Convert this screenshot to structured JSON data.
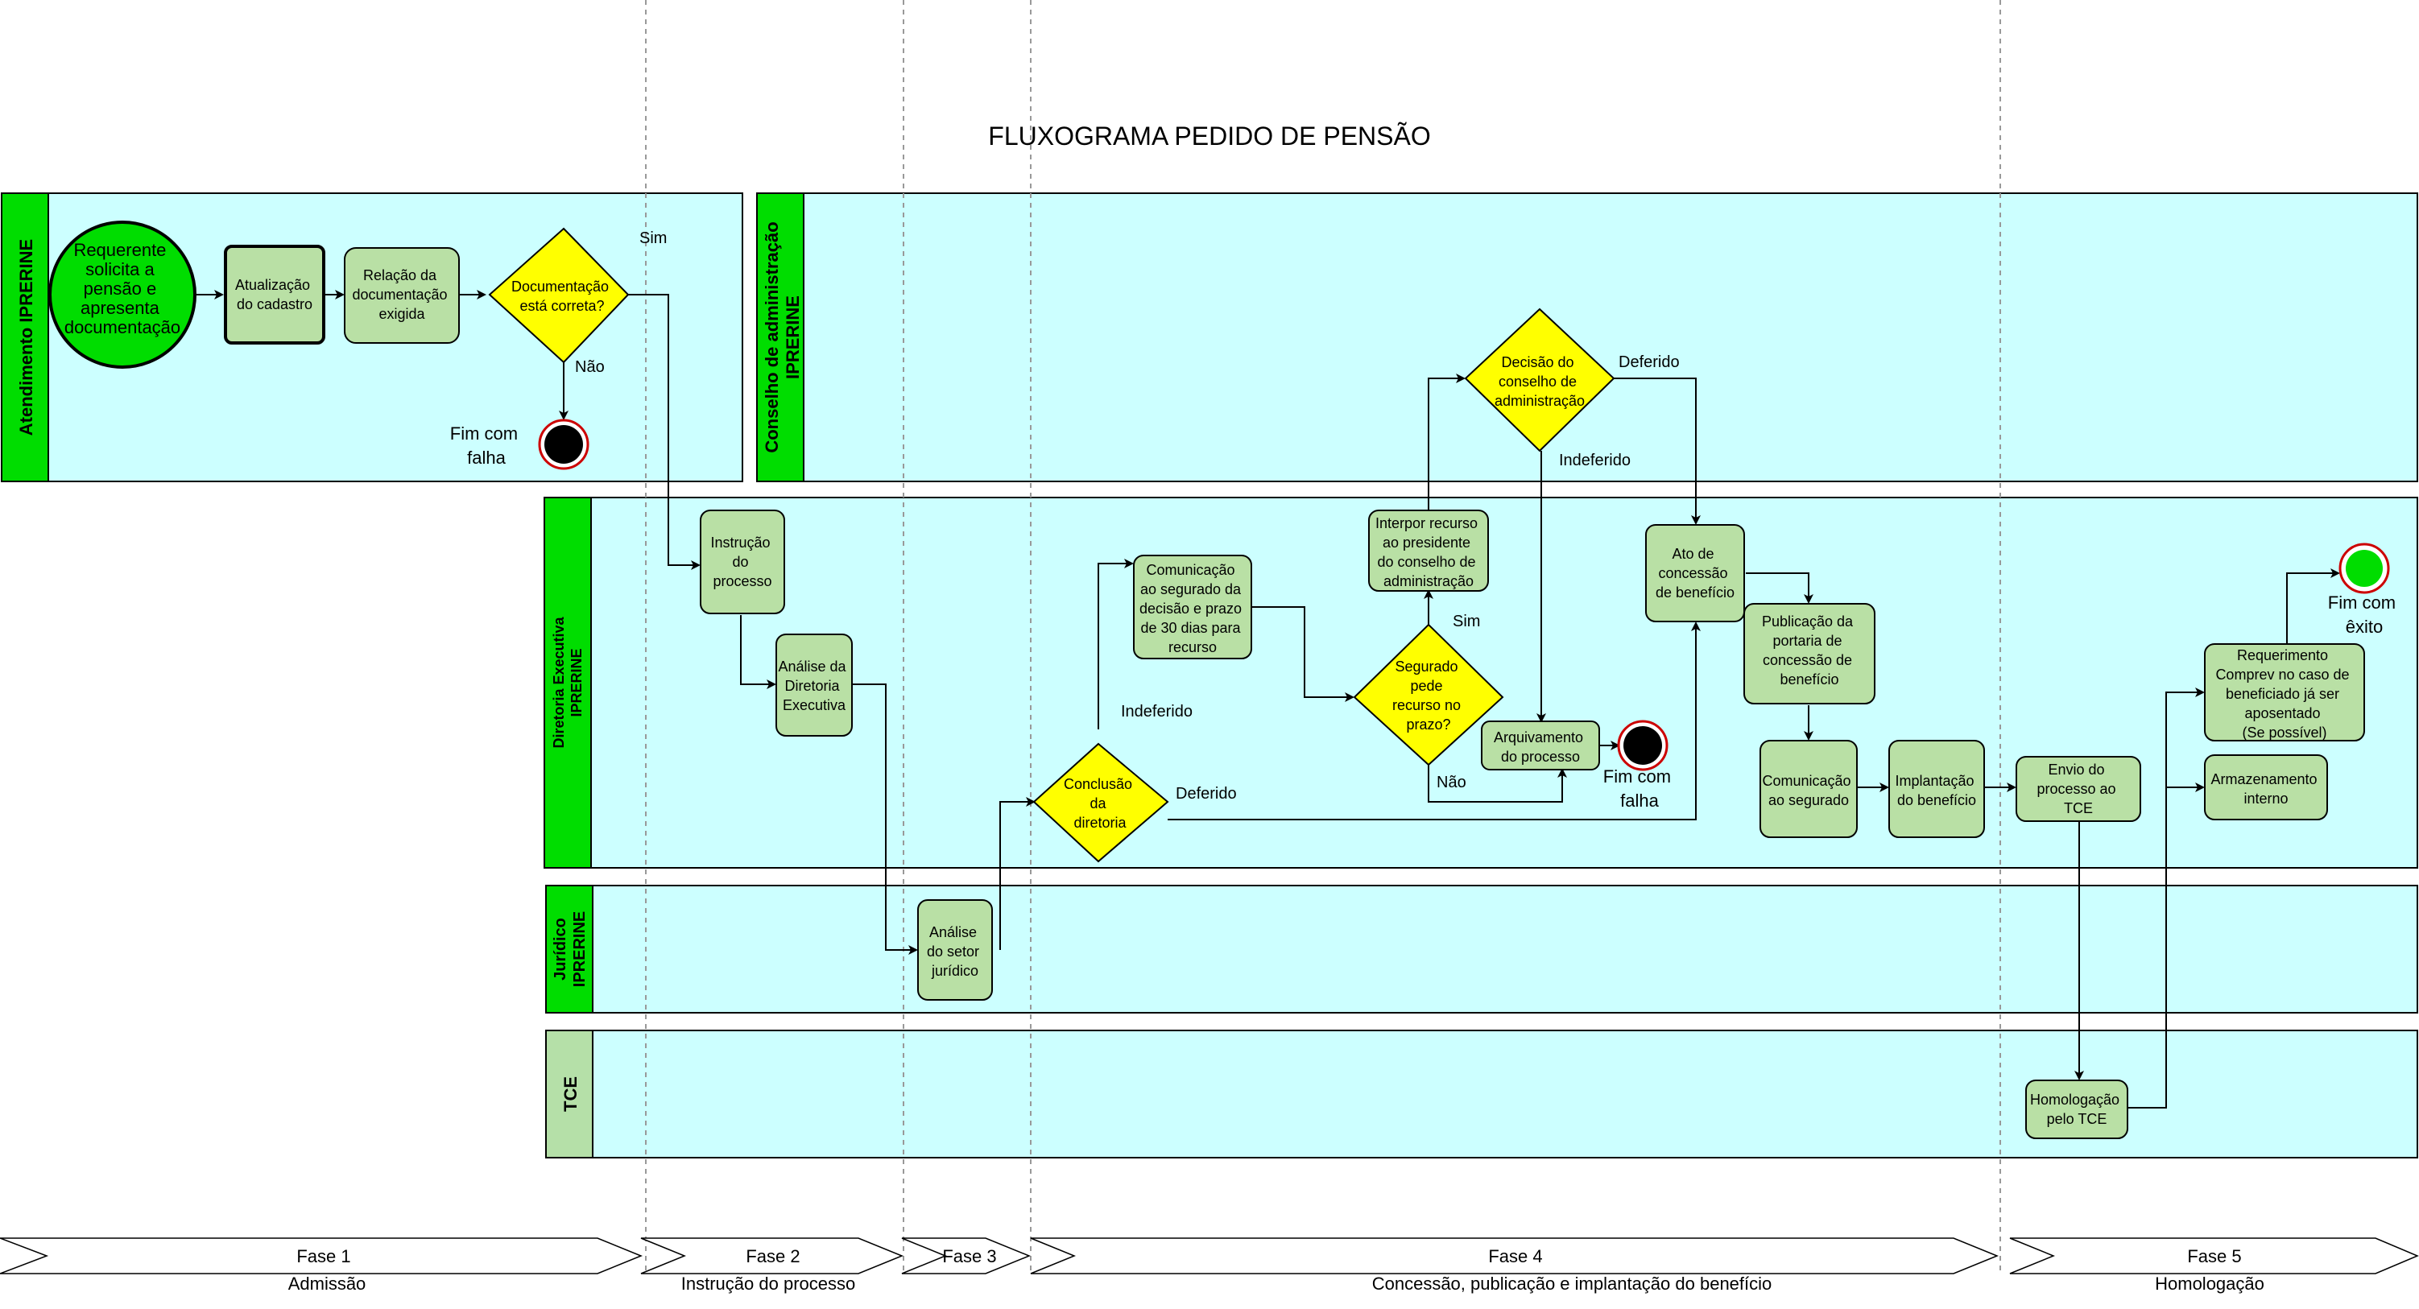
{
  "title": "FLUXOGRAMA PEDIDO DE PENSÃO",
  "colors": {
    "lane_fill": "#ccffff",
    "lane_header_bright": "#00dd00",
    "lane_header_soft": "#b5e0a8",
    "task_fill": "#b9e0a5",
    "decision_fill": "#ffff00",
    "start_fill": "#00dd00",
    "end_ring": "#cc0000"
  },
  "lanes": {
    "atendimento": "Atendimento  IPRERINE",
    "conselho": [
      "Conselho de administração",
      "IPRERINE"
    ],
    "diretoria": [
      "Diretoria Executiva",
      "IPRERINE"
    ],
    "juridico": [
      "Jurídico",
      "IPRERINE"
    ],
    "tce": "TCE"
  },
  "nodes": {
    "start": [
      "Requerente",
      "solicita a",
      "pensão e",
      "apresenta",
      "documentação"
    ],
    "atualizacao": [
      "Atualização",
      "do cadastro"
    ],
    "relacao": [
      "Relação da",
      "documentação",
      "exigida"
    ],
    "doc_correta": [
      "Documentação",
      "está correta?"
    ],
    "fim_falha_1": [
      "Fim com",
      "falha"
    ],
    "instrucao": [
      "Instrução",
      "do",
      "processo"
    ],
    "analise_diretoria": [
      "Análise da",
      "Diretoria",
      "Executiva"
    ],
    "analise_juridico": [
      "Análise",
      "do setor",
      "jurídico"
    ],
    "conclusao": [
      "Conclusão",
      "da",
      "diretoria"
    ],
    "comunicacao_decisao": [
      "Comunicação",
      "ao segurado da",
      "decisão e prazo",
      "de 30 dias para",
      "recurso"
    ],
    "segurado_recurso": [
      "Segurado",
      "pede",
      "recurso no",
      "prazo?"
    ],
    "interpor_recurso": [
      "Interpor recurso",
      "ao presidente",
      "do conselho de",
      "administração"
    ],
    "decisao_conselho": [
      "Decisão do",
      "conselho de",
      "administração"
    ],
    "arquivamento": [
      "Arquivamento",
      "do processo"
    ],
    "fim_falha_2": [
      "Fim com",
      "falha"
    ],
    "ato_concessao": [
      "Ato de",
      "concessão",
      "de benefício"
    ],
    "publicacao": [
      "Publicação da",
      "portaria de",
      "concessão de",
      "benefício"
    ],
    "comunicacao_segurado": [
      "Comunicação",
      "ao segurado"
    ],
    "implantacao": [
      "Implantação",
      "do benefício"
    ],
    "envio_tce": [
      "Envio do",
      "processo ao",
      "TCE"
    ],
    "homologacao": [
      "Homologação",
      "pelo TCE"
    ],
    "requerimento": [
      "Requerimento",
      "Comprev no caso de",
      "beneficiado já ser",
      "aposentado",
      "(Se possível)"
    ],
    "armazenamento": [
      "Armazenamento",
      "interno"
    ],
    "fim_exito": [
      "Fim com",
      "êxito"
    ]
  },
  "edge_labels": {
    "sim_doc": "Sim",
    "nao_doc": "Não",
    "deferido_conselho": "Deferido",
    "indeferido_conselho": "Indeferido",
    "sim_recurso": "Sim",
    "nao_recurso": "Não",
    "indeferido_diretoria": "Indeferido",
    "deferido_diretoria": "Deferido"
  },
  "phases": [
    {
      "name": "Fase 1",
      "desc": "Admissão"
    },
    {
      "name": "Fase 2",
      "desc": "Instrução do processo"
    },
    {
      "name": "Fase 3",
      "desc": ""
    },
    {
      "name": "Fase 4",
      "desc": "Concessão, publicação e implantação do benefício"
    },
    {
      "name": "Fase 5",
      "desc": "Homologação"
    }
  ]
}
